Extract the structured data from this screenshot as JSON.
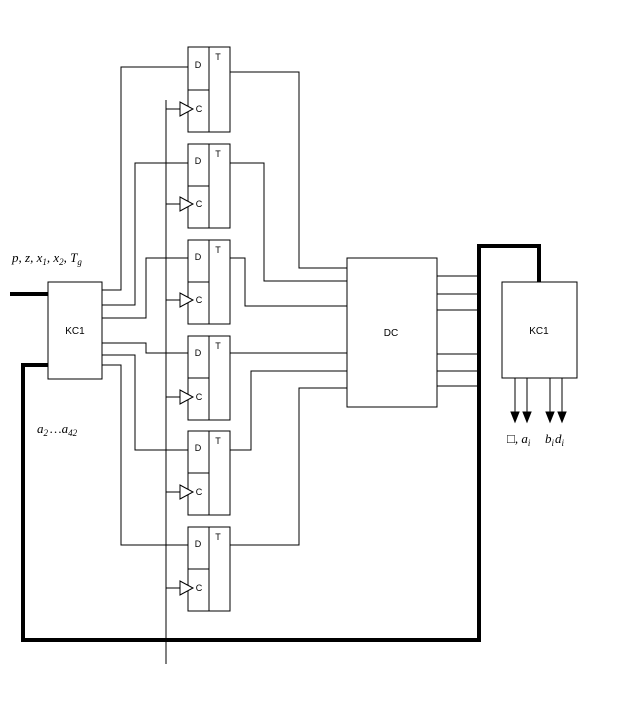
{
  "inputs_label": "p, z, x1, x2, Tg",
  "inputs_parts": {
    "p": "p",
    "z": "z",
    "x": "x",
    "x1_sub": "1",
    "x2_sub": "2",
    "T": "T",
    "Tg_sub": "g"
  },
  "states_label": "a2 … a42",
  "states_parts": {
    "a": "a",
    "a2_sub": "2",
    "ellipsis": "…",
    "a42_sub": "42"
  },
  "kc1_left": "KC1",
  "dc": "DC",
  "kc1_right": "KC1",
  "trigger_d": "D",
  "trigger_t": "T",
  "trigger_c": "C",
  "outputs_left_parts": {
    "box": "□",
    "a": "a",
    "sub_i": "i"
  },
  "outputs_right_parts": {
    "b": "b",
    "d": "d",
    "sub_i": "i"
  },
  "outputs_label": "□, ai   bi di"
}
